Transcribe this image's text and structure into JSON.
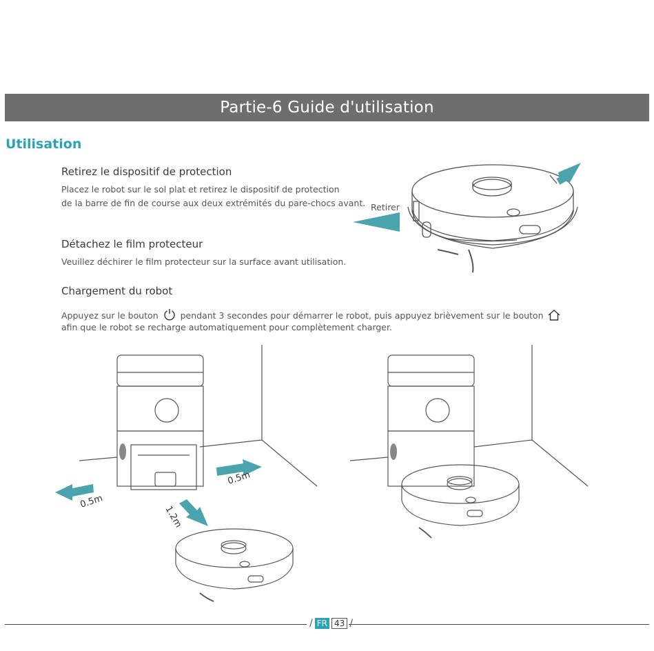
{
  "header": {
    "title": "Partie-6 Guide d'utilisation"
  },
  "section": {
    "title": "Utilisation"
  },
  "steps": [
    {
      "heading": "Retirez le dispositif de protection",
      "line1": "Placez le robot sur le sol plat et retirez le dispositif de protection",
      "line2": "de la barre de fin de course aux deux extrémités du pare-chocs avant."
    },
    {
      "heading": "Détachez le film protecteur",
      "line1": "Veuillez déchirer le film protecteur sur la surface avant utilisation."
    },
    {
      "heading": "Chargement du robot",
      "line1_a": "Appuyez sur le bouton",
      "line1_b": "pendant 3 secondes pour démarrer le robot, puis appuyez brièvement sur le bouton",
      "line2": "afin que le robot se recharge automatiquement pour complètement charger."
    }
  ],
  "illustration": {
    "retirer_label": "Retirer"
  },
  "dimensions": {
    "left": "0.5m",
    "right": "0.5m",
    "front": "1.2m"
  },
  "footer": {
    "lang": "FR",
    "page": "43"
  },
  "colors": {
    "accent": "#2aa3b4",
    "banner": "#6f6e6e",
    "arrow": "#4aa3ad"
  },
  "icons": [
    "power-icon",
    "home-icon"
  ]
}
